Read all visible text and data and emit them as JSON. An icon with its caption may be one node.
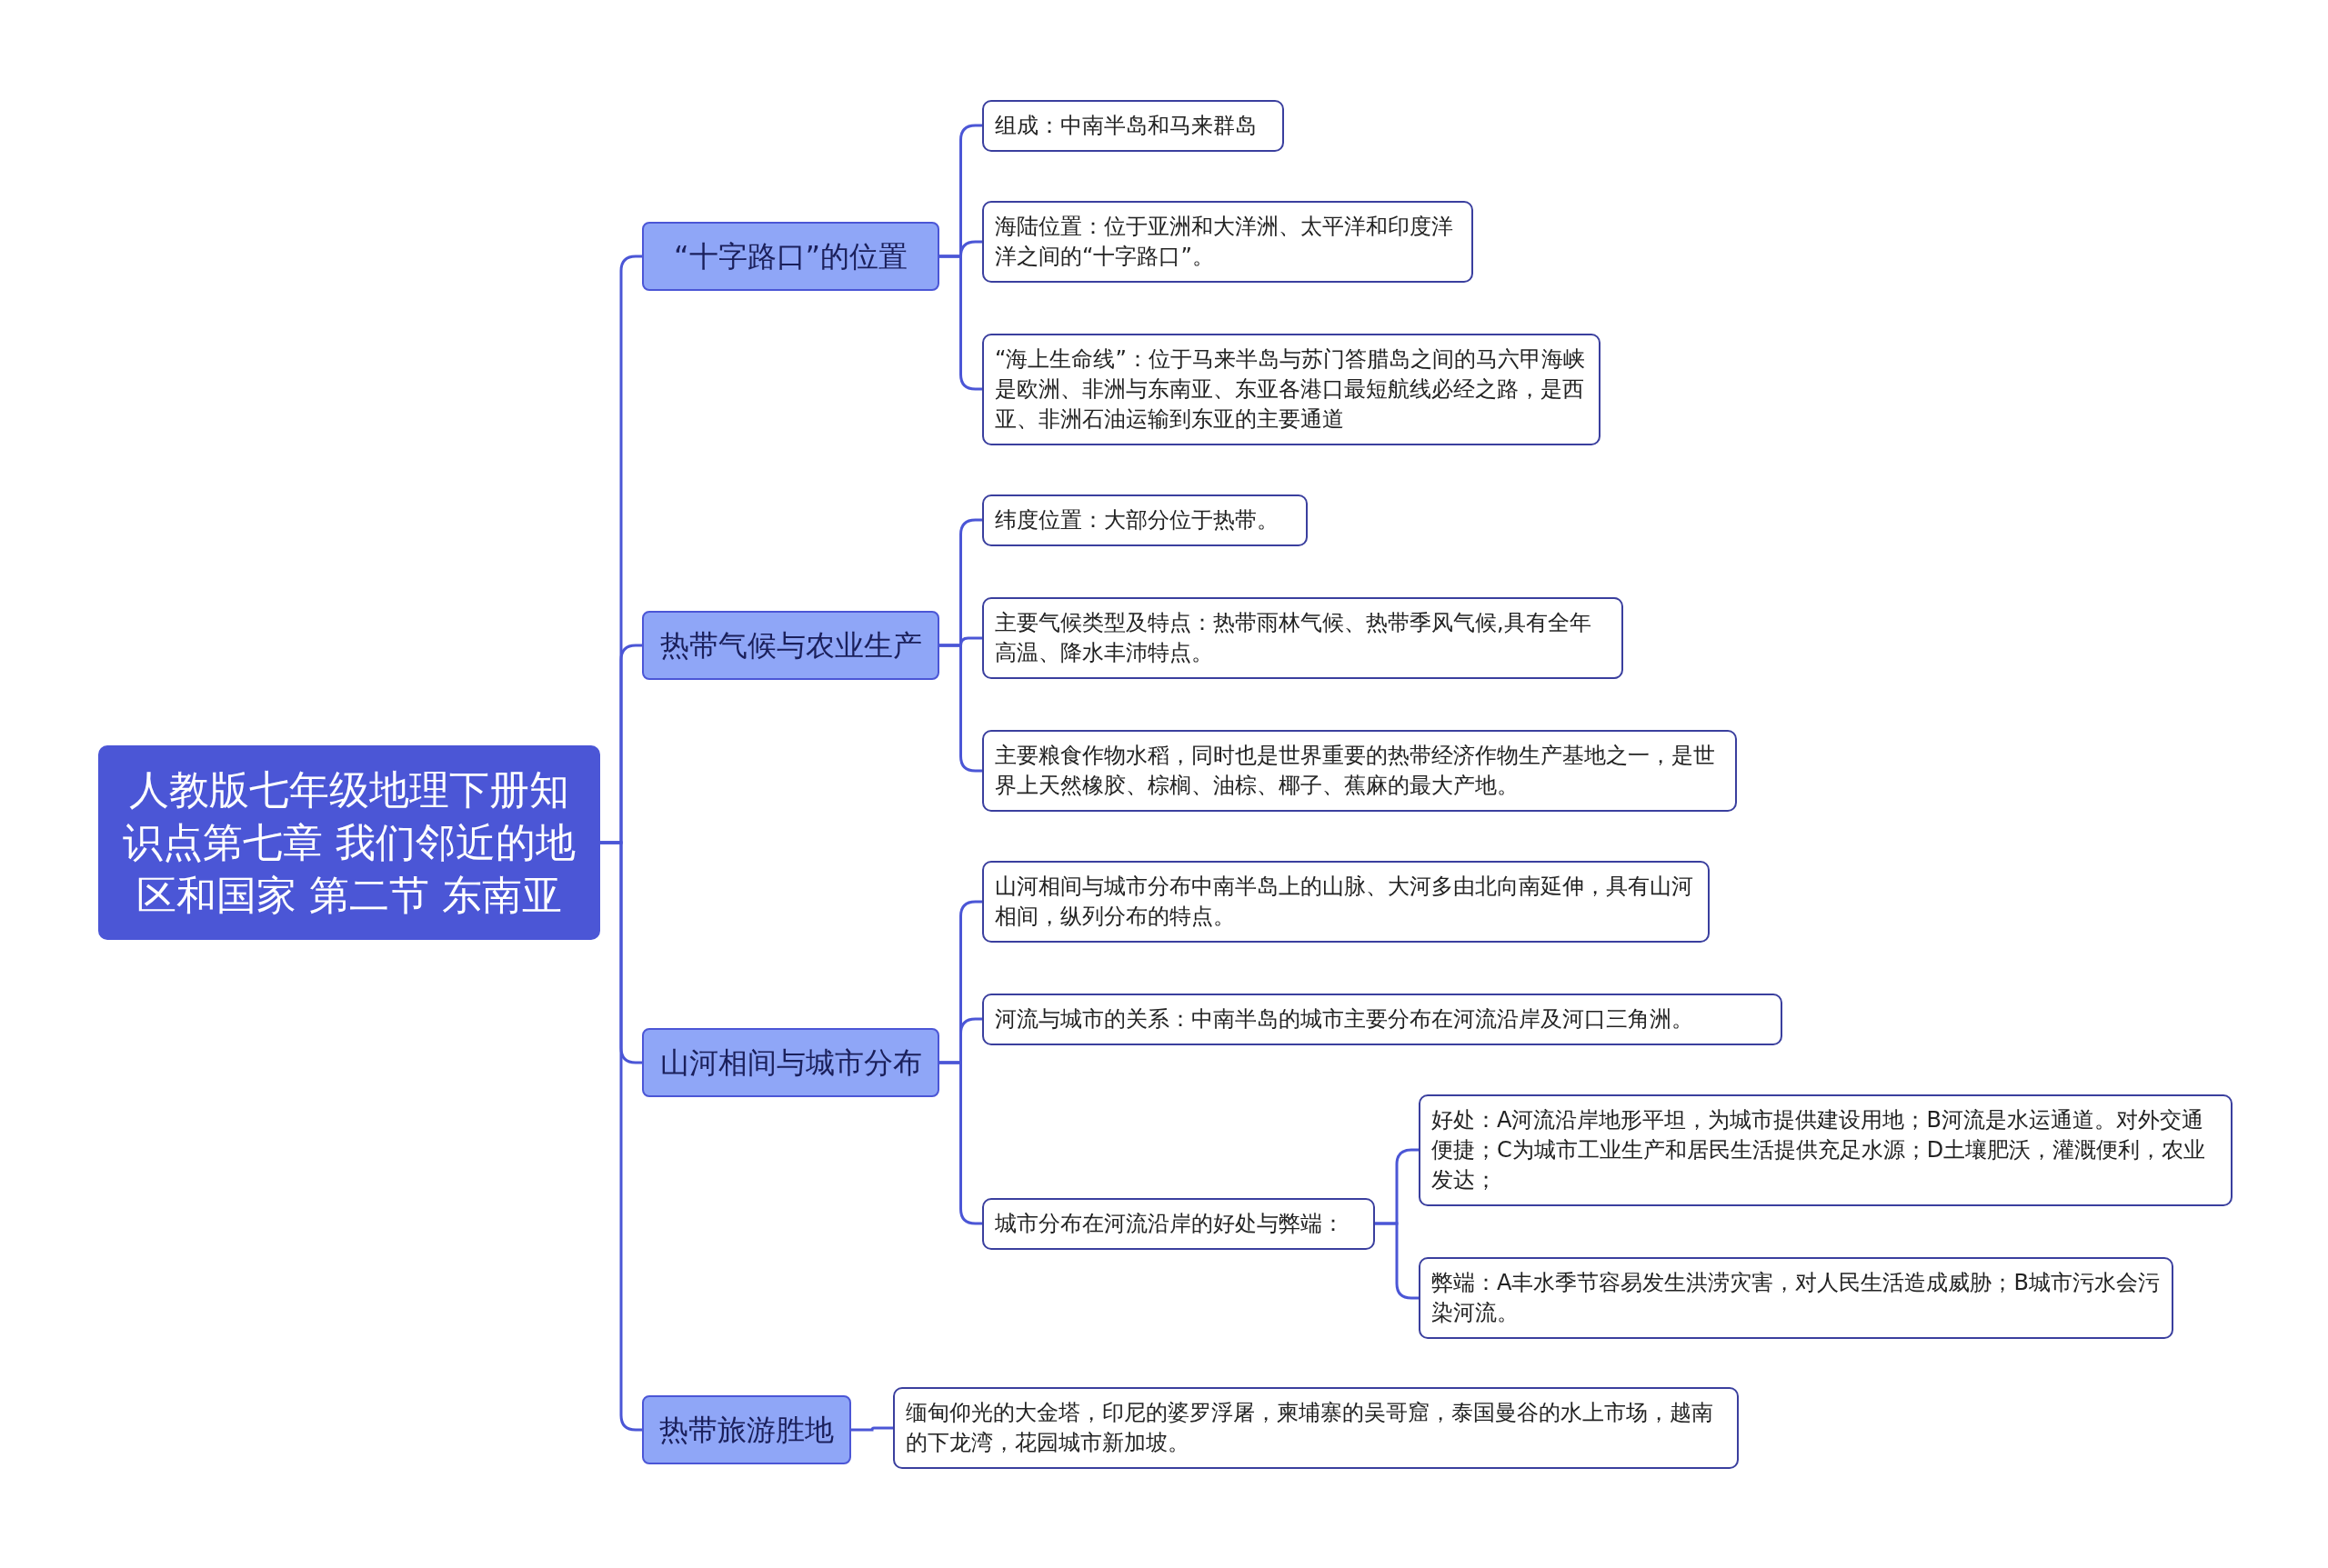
{
  "diagram": {
    "nodes": [
      {
        "text": [
          "人教版七年级地理下册知识点第七章 我们邻近的地区和国家 第二节 东南亚"
        ]
      },
      {
        "text": [
          "“十字路口”的位置"
        ]
      },
      {
        "text": [
          "组成：中南半岛和马来群岛"
        ]
      },
      {
        "text": [
          "海陆位置：位于亚洲和大洋洲、太平洋和印度洋洋之间的“十字路口”。"
        ]
      },
      {
        "text": [
          "“海上生命线”：位于马来半岛与苏门答腊岛之间的马六甲海峡是欧洲、非洲与东南亚、东亚各港口最短航线必经之路，是西亚、非洲石油运输到东亚的主要通道"
        ]
      },
      {
        "text": [
          "热带气候与农业生产"
        ]
      },
      {
        "text": [
          "纬度位置：大部分位于热带。"
        ]
      },
      {
        "text": [
          "主要气候类型及特点：热带雨林气候、热带季风气候,具有全年高温、降水丰沛特点。"
        ]
      },
      {
        "text": [
          "主要粮食作物水稻，同时也是世界重要的热带经济作物生产基地之一，是世界上天然橡胶、棕榈、油棕、椰子、蕉麻的最大产地。"
        ]
      },
      {
        "text": [
          "山河相间与城市分布"
        ]
      },
      {
        "text": [
          "山河相间与城市分布中南半岛上的山脉、大河多由北向南延伸，具有山河相间，纵列分布的特点。"
        ]
      },
      {
        "text": [
          "河流与城市的关系：中南半岛的城市主要分布在河流沿岸及河口三角洲。"
        ]
      },
      {
        "text": [
          "城市分布在河流沿岸的好处与弊端："
        ]
      },
      {
        "text": [
          "好处：A河流沿岸地形平坦，为城市提供建设用地；B河流是水运通道。对外交通便捷；C为城市工业生产和居民生活提供充足水源；D土壤肥沃，灌溉便利，农业发达；"
        ]
      },
      {
        "text": [
          "弊端：A丰水季节容易发生洪涝灾害，对人民生活造成威胁；B城市污水会污染河流。"
        ]
      },
      {
        "text": [
          "热带旅游胜地"
        ]
      },
      {
        "text": [
          "缅甸仰光的大金塔，印尼的婆罗浮屠，柬埔寨的吴哥窟，泰国曼谷的水上市场，越南的下龙湾，花园城市新加坡。"
        ]
      }
    ],
    "edges": [
      {
        "from": 0,
        "to": 1,
        "arrow": "none"
      },
      {
        "from": 1,
        "to": 2,
        "arrow": "none"
      },
      {
        "from": 1,
        "to": 3,
        "arrow": "none"
      },
      {
        "from": 1,
        "to": 4,
        "arrow": "none"
      },
      {
        "from": 0,
        "to": 5,
        "arrow": "none"
      },
      {
        "from": 5,
        "to": 6,
        "arrow": "none"
      },
      {
        "from": 5,
        "to": 7,
        "arrow": "none"
      },
      {
        "from": 5,
        "to": 8,
        "arrow": "none"
      },
      {
        "from": 0,
        "to": 9,
        "arrow": "none"
      },
      {
        "from": 9,
        "to": 10,
        "arrow": "none"
      },
      {
        "from": 9,
        "to": 11,
        "arrow": "none"
      },
      {
        "from": 9,
        "to": 12,
        "arrow": "none"
      },
      {
        "from": 12,
        "to": 13,
        "arrow": "none"
      },
      {
        "from": 12,
        "to": 14,
        "arrow": "none"
      },
      {
        "from": 0,
        "to": 15,
        "arrow": "none"
      },
      {
        "from": 15,
        "to": 16,
        "arrow": "none"
      }
    ]
  }
}
